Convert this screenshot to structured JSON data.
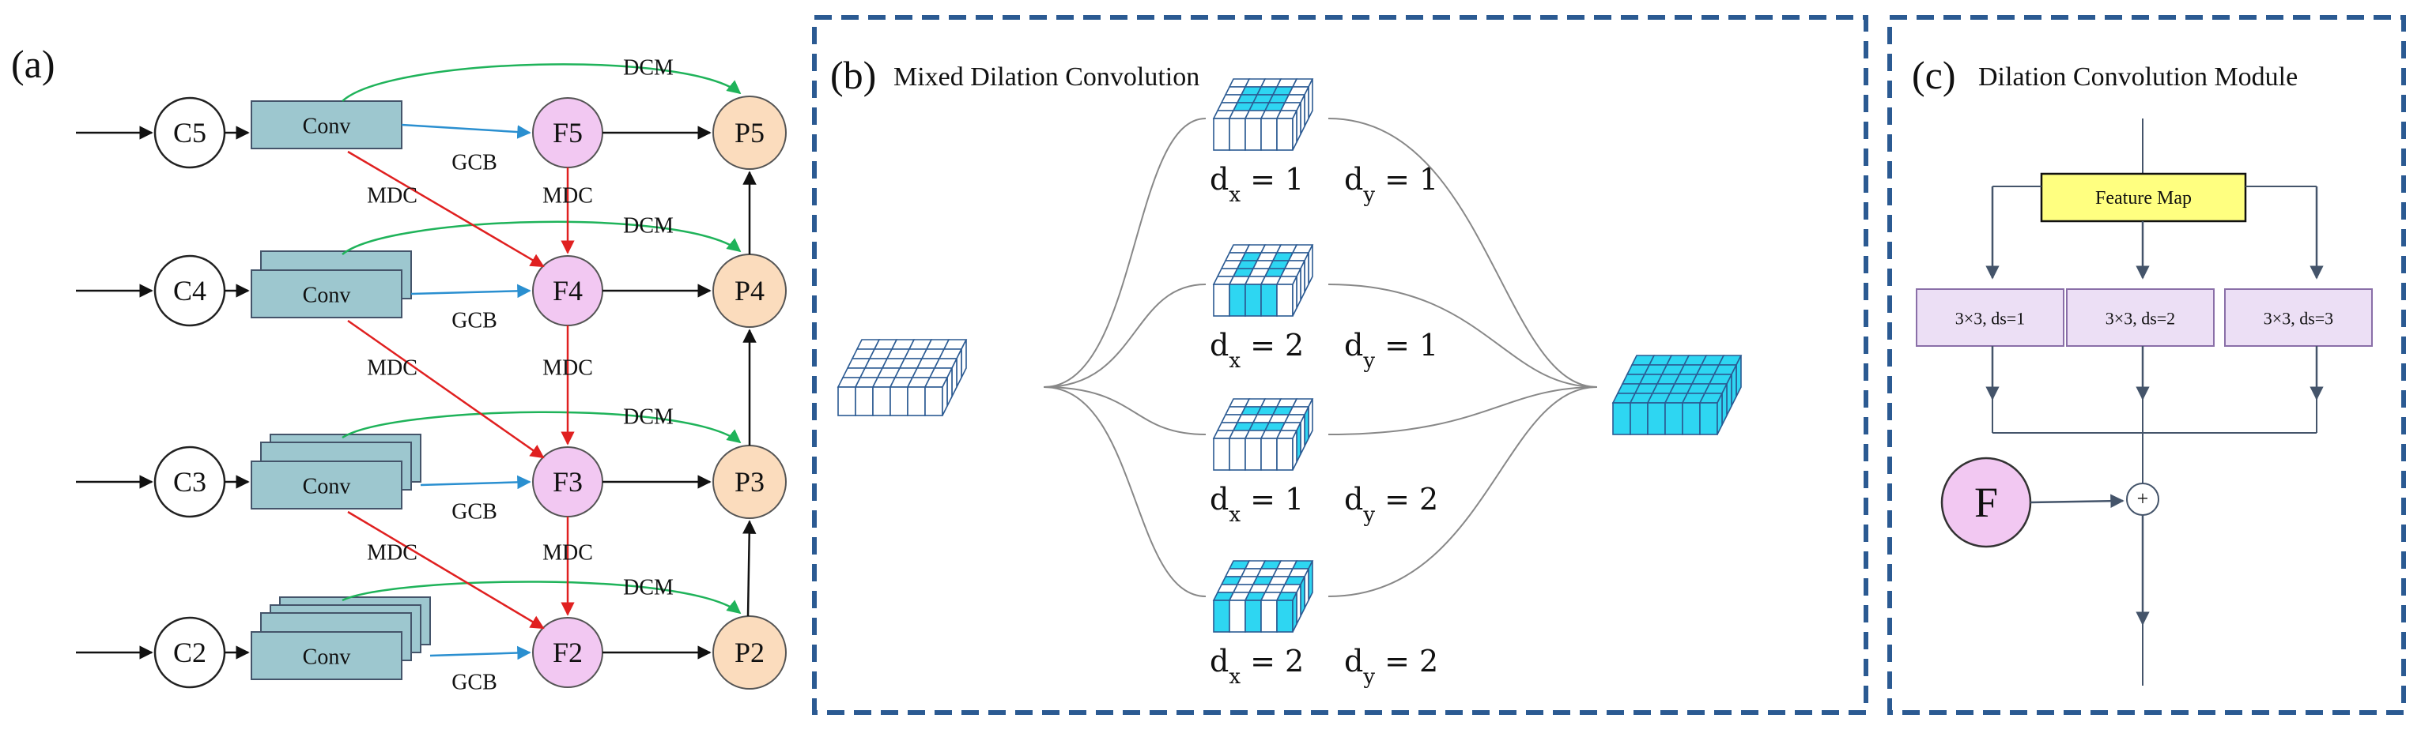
{
  "panel_a": {
    "label": "(a)",
    "c_nodes": [
      "C5",
      "C4",
      "C3",
      "C2"
    ],
    "conv_label": "Conv",
    "f_nodes": [
      "F5",
      "F4",
      "F3",
      "F2"
    ],
    "p_nodes": [
      "P5",
      "P4",
      "P3",
      "P2"
    ],
    "gcb_label": "GCB",
    "mdc_label": "MDC",
    "dcm_label": "DCM"
  },
  "panel_b": {
    "label": "(b)",
    "title": "Mixed Dilation Convolution",
    "dilations": [
      {
        "dx": "1",
        "dy": "1"
      },
      {
        "dx": "2",
        "dy": "1"
      },
      {
        "dx": "1",
        "dy": "2"
      },
      {
        "dx": "2",
        "dy": "2"
      }
    ]
  },
  "panel_c": {
    "label": "(c)",
    "title": "Dilation Convolution Module",
    "feature_map": "Feature Map",
    "branches": [
      "3×3, ds=1",
      "3×3, ds=2",
      "3×3, ds=3"
    ],
    "f_node": "F",
    "plus": "+"
  },
  "colors": {
    "conv_fill": "#9dc7cf",
    "f_fill": "#f2c8f2",
    "p_fill": "#fbdcbd",
    "grid_fill": "#2ed6f2",
    "frame": "#2b5a92",
    "branch_fill": "#ecdff5",
    "feature_fill": "#ffff80",
    "green": "#1fb35a",
    "red": "#e02020",
    "blue": "#2a8fd0"
  }
}
